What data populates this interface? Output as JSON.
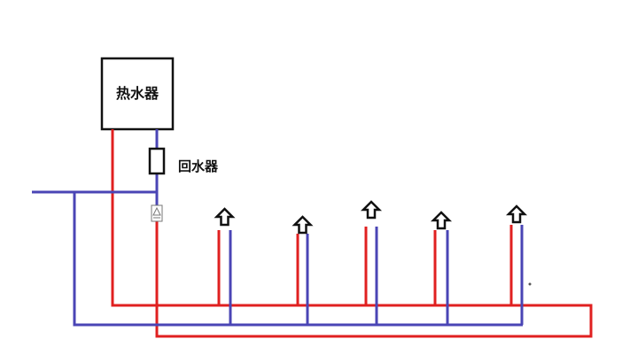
{
  "diagram": {
    "heater_label": "热水器",
    "recirc_label": "回水器",
    "outlet_count": 5,
    "colors": {
      "hot": "#e02020",
      "cold": "#4a45b5",
      "outline": "#111111"
    }
  }
}
